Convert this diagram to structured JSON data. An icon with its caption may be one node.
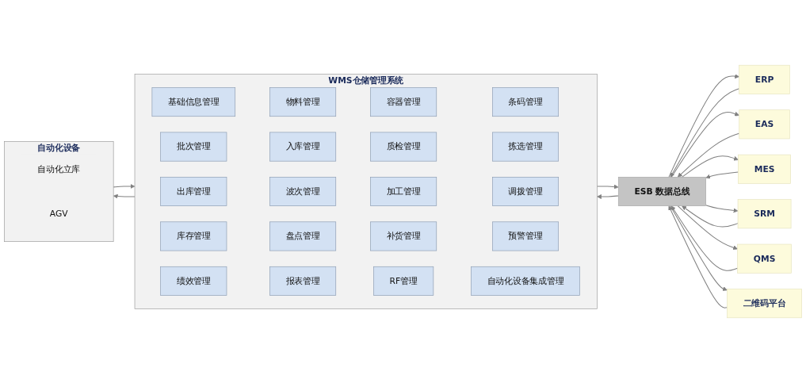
{
  "diagram": {
    "nodes": [
      {
        "text": [
          "ERP"
        ]
      },
      {
        "text": [
          "EAS"
        ]
      },
      {
        "text": [
          "MES"
        ]
      },
      {
        "text": [
          "SRM"
        ]
      },
      {
        "text": [
          "QMS"
        ]
      },
      {
        "text": [
          "二维码平台"
        ]
      },
      {
        "text": [
          "ESB 数据总线"
        ]
      },
      {
        "text": [
          "WMS仓储管理系统"
        ]
      },
      {
        "text": [
          "基础信息管理"
        ],
        "in": 7
      },
      {
        "text": [
          "物料管理"
        ],
        "in": 7
      },
      {
        "text": [
          "容器管理"
        ],
        "in": 7
      },
      {
        "text": [
          "条码管理"
        ],
        "in": 7
      },
      {
        "text": [
          "批次管理"
        ],
        "in": 7
      },
      {
        "text": [
          "入库管理"
        ],
        "in": 7
      },
      {
        "text": [
          "质检管理"
        ],
        "in": 7
      },
      {
        "text": [
          "拣选管理"
        ],
        "in": 7
      },
      {
        "text": [
          "出库管理"
        ],
        "in": 7
      },
      {
        "text": [
          "波次管理"
        ],
        "in": 7
      },
      {
        "text": [
          "加工管理"
        ],
        "in": 7
      },
      {
        "text": [
          "调拨管理"
        ],
        "in": 7
      },
      {
        "text": [
          "库存管理"
        ],
        "in": 7
      },
      {
        "text": [
          "盘点管理"
        ],
        "in": 7
      },
      {
        "text": [
          "补货管理"
        ],
        "in": 7
      },
      {
        "text": [
          "预警管理"
        ],
        "in": 7
      },
      {
        "text": [
          "绩效管理"
        ],
        "in": 7
      },
      {
        "text": [
          "报表管理"
        ],
        "in": 7
      },
      {
        "text": [
          "RF管理"
        ],
        "in": 7
      },
      {
        "text": [
          "自动化设备集成管理"
        ],
        "in": 7
      },
      {
        "text": [
          "自动化设备"
        ]
      },
      {
        "text": [
          "自动化立库"
        ],
        "in": 28
      },
      {
        "text": [
          "AGV"
        ],
        "in": 28
      }
    ],
    "edges": [
      {
        "from": 0,
        "to": 6,
        "arrow": "to"
      },
      {
        "from": 6,
        "to": 0,
        "arrow": "to"
      },
      {
        "from": 1,
        "to": 6,
        "arrow": "to"
      },
      {
        "from": 6,
        "to": 1,
        "arrow": "to"
      },
      {
        "from": 2,
        "to": 6,
        "arrow": "to"
      },
      {
        "from": 6,
        "to": 2,
        "arrow": "to"
      },
      {
        "from": 3,
        "to": 6,
        "arrow": "to"
      },
      {
        "from": 6,
        "to": 3,
        "arrow": "to"
      },
      {
        "from": 4,
        "to": 6,
        "arrow": "to"
      },
      {
        "from": 6,
        "to": 4,
        "arrow": "to"
      },
      {
        "from": 5,
        "to": 6,
        "arrow": "to"
      },
      {
        "from": 6,
        "to": 5,
        "arrow": "to"
      },
      {
        "from": 6,
        "to": 7,
        "arrow": "to"
      },
      {
        "from": 7,
        "to": 6,
        "arrow": "to"
      },
      {
        "from": 7,
        "to": 28,
        "arrow": "to"
      },
      {
        "from": 28,
        "to": 7,
        "arrow": "to"
      }
    ]
  }
}
